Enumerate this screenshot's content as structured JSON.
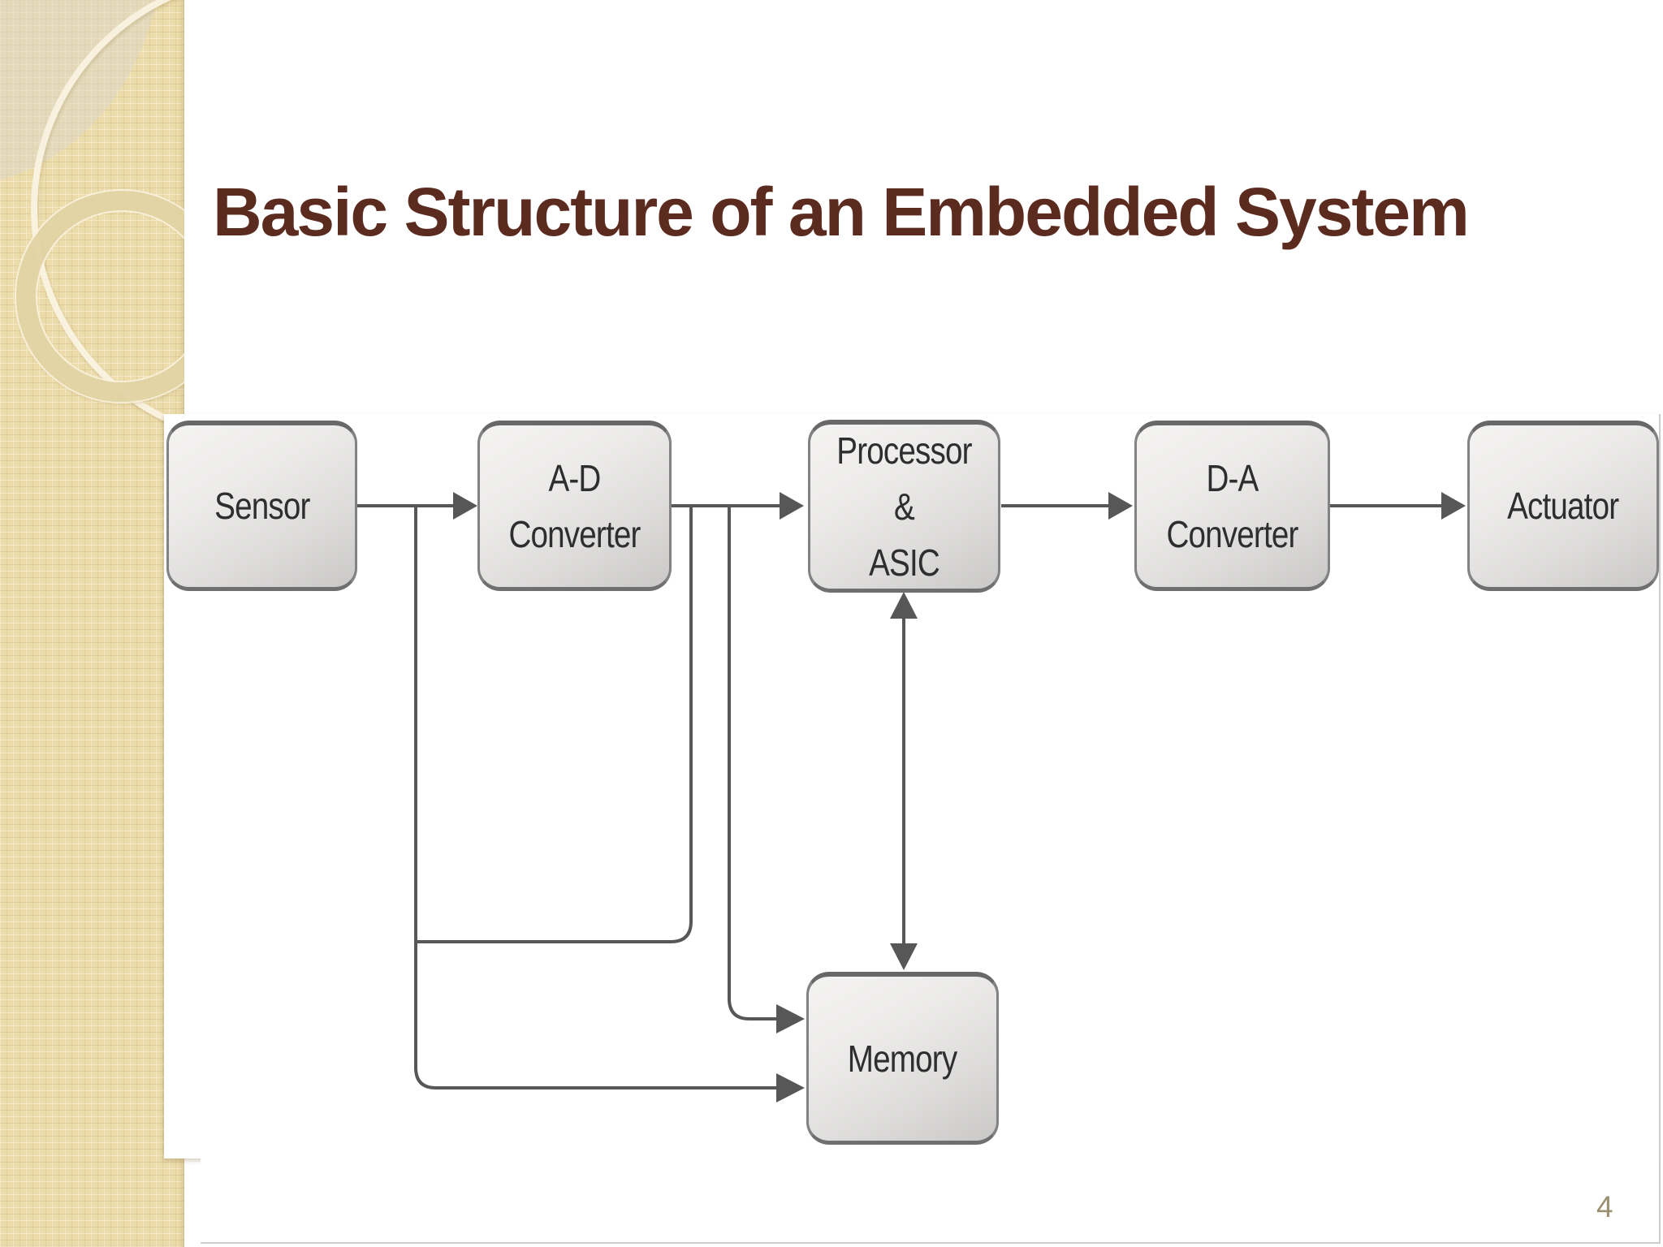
{
  "slide": {
    "title": "Basic Structure of an Embedded System",
    "page_number": "4",
    "title_color": "#5c2b1f",
    "strip_color": "#ecdcac",
    "page_number_color": "#9a9071"
  },
  "diagram": {
    "line_color": "#575757",
    "node_fill_top": "#f4f3f2",
    "node_fill_bottom": "#c9c8c7",
    "node_border_color": "#6f6f6f",
    "nodes": [
      {
        "id": "sensor",
        "label": "Sensor"
      },
      {
        "id": "adc",
        "label": "A-D\nConverter"
      },
      {
        "id": "processor",
        "label": "Processor &\nASIC"
      },
      {
        "id": "dac",
        "label": "D-A\nConverter"
      },
      {
        "id": "actuator",
        "label": "Actuator"
      },
      {
        "id": "memory",
        "label": "Memory"
      }
    ],
    "edges": [
      {
        "from": "sensor",
        "to": "adc",
        "arrow": "forward"
      },
      {
        "from": "adc",
        "to": "processor",
        "arrow": "forward"
      },
      {
        "from": "processor",
        "to": "dac",
        "arrow": "forward"
      },
      {
        "from": "dac",
        "to": "actuator",
        "arrow": "forward"
      },
      {
        "from": "sensor",
        "to": "memory",
        "arrow": "forward",
        "route": "branch before A-D, down and right into Memory left side"
      },
      {
        "from": "adc",
        "to": "memory",
        "arrow": "forward",
        "route": "branch after A-D, down and right into Memory left side"
      },
      {
        "from": "adc",
        "to": "sensor-memory-line",
        "arrow": "none",
        "route": "branch after A-D, down then left joining the sensor-memory line"
      },
      {
        "from": "processor",
        "to": "memory",
        "arrow": "both",
        "route": "vertical bidirectional arrow"
      }
    ]
  }
}
